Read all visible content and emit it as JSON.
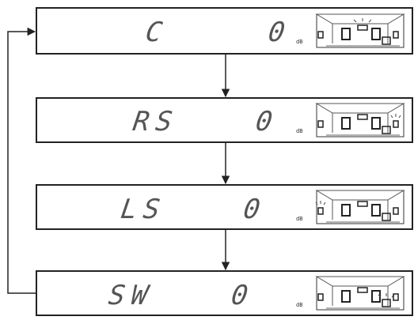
{
  "panels": [
    {
      "channel": "C",
      "level": "0",
      "unit": "dB",
      "active_speaker": "center"
    },
    {
      "channel": "RS",
      "level": "0",
      "unit": "dB",
      "active_speaker": "right-surround"
    },
    {
      "channel": "LS",
      "level": "0",
      "unit": "dB",
      "active_speaker": "left-surround"
    },
    {
      "channel": "SW",
      "level": "0",
      "unit": "dB",
      "active_speaker": "subwoofer"
    }
  ],
  "flow": {
    "arrows": "down",
    "loop": "return from last panel to first panel"
  },
  "colors": {
    "line": "#222222",
    "segment": "#555555",
    "background": "#ffffff"
  },
  "icons": {
    "speaker_layout": "room-speaker-layout-icon"
  }
}
